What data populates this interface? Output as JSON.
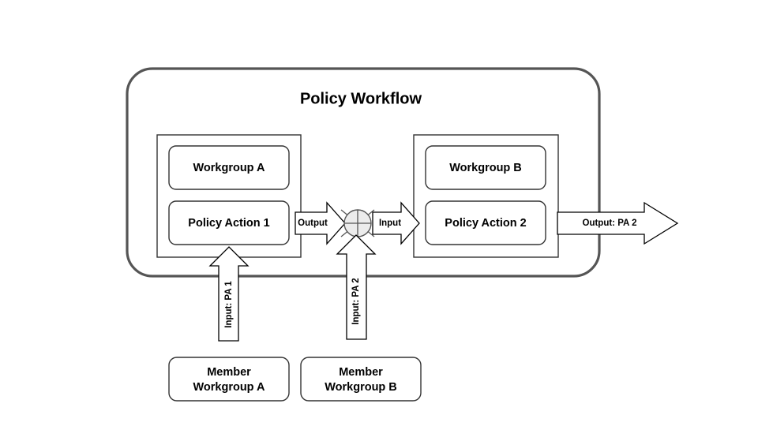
{
  "diagram": {
    "title": "Policy Workflow",
    "container": {
      "name": "policy-workflow-boundary"
    },
    "groups": [
      {
        "id": "group-a",
        "workgroup_label": "Workgroup A",
        "action_label": "Policy Action 1"
      },
      {
        "id": "group-b",
        "workgroup_label": "Workgroup B",
        "action_label": "Policy Action  2"
      }
    ],
    "junction": {
      "name": "merge-junction",
      "fill": "#ececec"
    },
    "edges": [
      {
        "id": "edge-output-1",
        "label": "Output",
        "direction": "right"
      },
      {
        "id": "edge-input-2",
        "label": "Input",
        "direction": "right"
      },
      {
        "id": "edge-output-pa2",
        "label": "Output: PA  2",
        "direction": "right"
      },
      {
        "id": "edge-input-pa1",
        "label": "Input: PA 1",
        "direction": "up"
      },
      {
        "id": "edge-input-pa2",
        "label": "Input: PA 2",
        "direction": "up"
      }
    ],
    "members": [
      {
        "id": "member-a",
        "line1": "Member",
        "line2": "Workgroup A"
      },
      {
        "id": "member-b",
        "line1": "Member",
        "line2": "Workgroup B"
      }
    ],
    "colors": {
      "background": "#ffffff",
      "container_border": "#555555",
      "shape_border": "#333333",
      "arrow_border": "#000000",
      "junction_fill": "#ececec",
      "text": "#000000"
    }
  }
}
